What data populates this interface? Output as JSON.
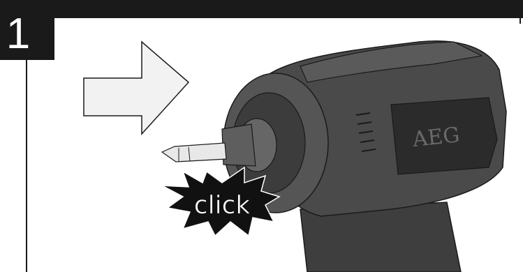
{
  "step": {
    "number": "1"
  },
  "illustration": {
    "callout_text": "click",
    "brand_mark": "AEG",
    "subject": "drill-driver-bit-insertion"
  },
  "colors": {
    "frame": "#1a1a1a",
    "arrow_fill": "#f2f2f2",
    "tool_body": "#4a4a4a",
    "tool_dark": "#2b2b2b",
    "burst_fill": "#111111",
    "background": "#ffffff"
  }
}
